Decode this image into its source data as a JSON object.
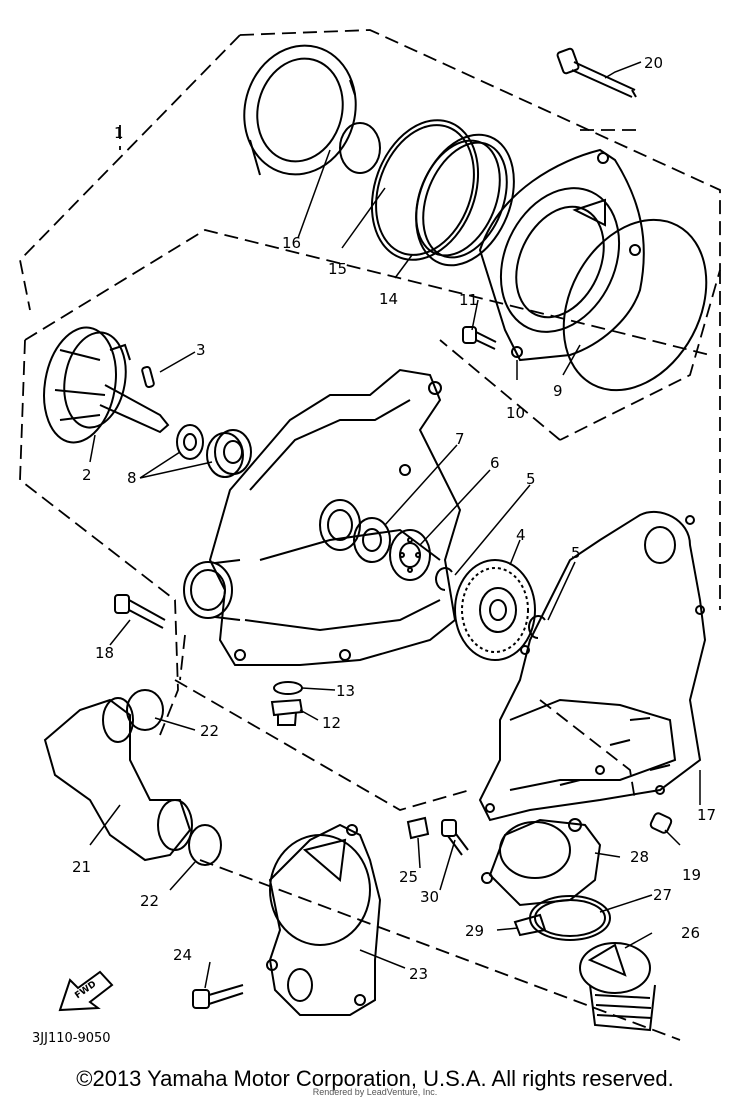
{
  "diagram_code": "3JJ110-9050",
  "fwd_label": "FWD",
  "copyright": "©2013 Yamaha Motor Corporation, U.S.A. All rights reserved.",
  "rendered_by": "Rendered by LeadVenture, Inc.",
  "callouts": {
    "c1": "1",
    "c2": "2",
    "c3": "3",
    "c4": "4",
    "c5a": "5",
    "c5b": "5",
    "c6": "6",
    "c7": "7",
    "c8": "8",
    "c9": "9",
    "c10": "10",
    "c11": "11",
    "c12": "12",
    "c13": "13",
    "c14": "14",
    "c15": "15",
    "c16": "16",
    "c17": "17",
    "c18": "18",
    "c19": "19",
    "c20": "20",
    "c21": "21",
    "c22a": "22",
    "c22b": "22",
    "c23": "23",
    "c24": "24",
    "c25": "25",
    "c26": "26",
    "c27": "27",
    "c28": "28",
    "c29": "29",
    "c30": "30"
  }
}
